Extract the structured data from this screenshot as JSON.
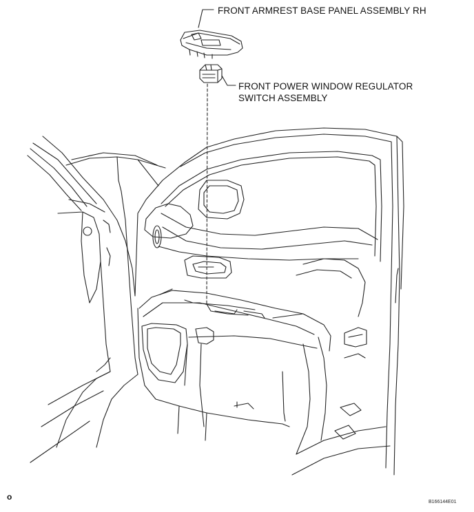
{
  "callouts": {
    "armrest_panel": "FRONT ARMREST BASE PANEL ASSEMBLY RH",
    "switch_line1": "FRONT POWER WINDOW REGULATOR",
    "switch_line2": "SWITCH ASSEMBLY"
  },
  "corner_mark": "o",
  "figure_code": "B166144E01",
  "colors": {
    "line": "#222222",
    "background": "#ffffff"
  }
}
